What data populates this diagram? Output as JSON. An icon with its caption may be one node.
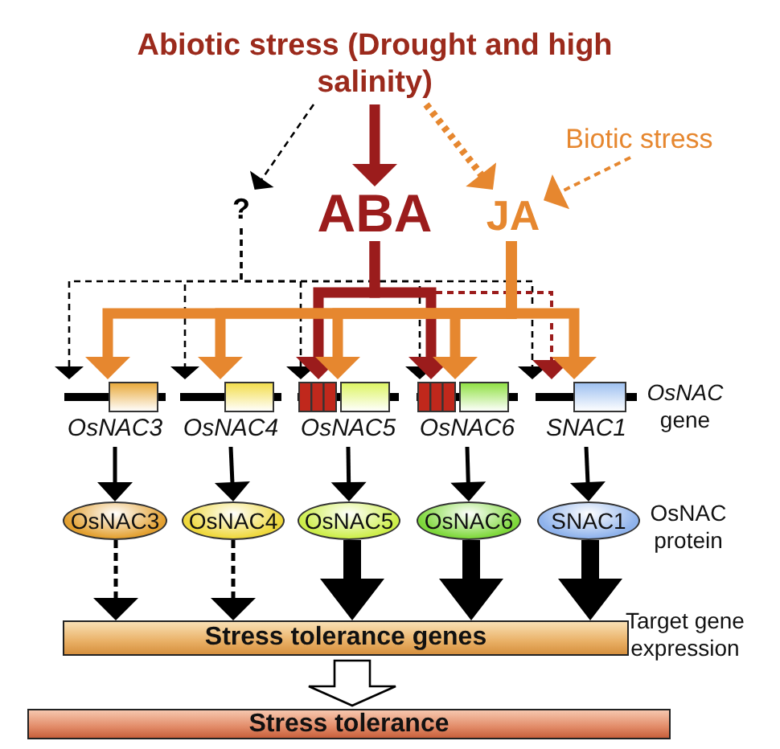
{
  "diagram": {
    "nodes": [
      {
        "text": [
          "Abiotic stress (Drought and high salinity)"
        ]
      },
      {
        "text": [
          "Biotic stress"
        ]
      },
      {
        "text": [
          "?"
        ]
      },
      {
        "text": [
          "ABA"
        ]
      },
      {
        "text": [
          "JA"
        ]
      },
      {
        "text": [
          "OsNAC3"
        ]
      },
      {
        "text": [
          "OsNAC4"
        ]
      },
      {
        "text": [
          "OsNAC5"
        ]
      },
      {
        "text": [
          "OsNAC6"
        ]
      },
      {
        "text": [
          "SNAC1"
        ]
      },
      {
        "text": [
          "OsNAC3"
        ]
      },
      {
        "text": [
          "OsNAC4"
        ]
      },
      {
        "text": [
          "OsNAC5"
        ]
      },
      {
        "text": [
          "OsNAC6"
        ]
      },
      {
        "text": [
          "SNAC1"
        ]
      },
      {
        "text": [
          "Stress tolerance genes"
        ]
      },
      {
        "text": [
          "Stress tolerance"
        ]
      }
    ],
    "edges": [
      {
        "from": 0,
        "to": 3,
        "arrow": "to",
        "style": "thick",
        "color": "#9b1c1c"
      },
      {
        "from": 0,
        "to": 4,
        "arrow": "to",
        "style": "dashed",
        "color": "#e6872f"
      },
      {
        "from": 1,
        "to": 4,
        "arrow": "to",
        "style": "dashed",
        "color": "#e6872f"
      },
      {
        "from": 0,
        "to": 2,
        "arrow": "to",
        "style": "dashed"
      },
      {
        "from": 2,
        "to": 5,
        "arrow": "to",
        "style": "dashed"
      },
      {
        "from": 2,
        "to": 6,
        "arrow": "to",
        "style": "dashed"
      },
      {
        "from": 2,
        "to": 7,
        "arrow": "to",
        "style": "dashed"
      },
      {
        "from": 2,
        "to": 8,
        "arrow": "to",
        "style": "dashed"
      },
      {
        "from": 2,
        "to": 9,
        "arrow": "to",
        "style": "dashed"
      },
      {
        "from": 3,
        "to": 7,
        "arrow": "to",
        "style": "thick",
        "color": "#9b1c1c"
      },
      {
        "from": 3,
        "to": 8,
        "arrow": "to",
        "style": "thick",
        "color": "#9b1c1c"
      },
      {
        "from": 3,
        "to": 9,
        "arrow": "to",
        "style": "dashed",
        "color": "#9b1c1c"
      },
      {
        "from": 4,
        "to": 5,
        "arrow": "to",
        "style": "thick",
        "color": "#e6872f"
      },
      {
        "from": 4,
        "to": 6,
        "arrow": "to",
        "style": "thick",
        "color": "#e6872f"
      },
      {
        "from": 4,
        "to": 7,
        "arrow": "to",
        "style": "thick",
        "color": "#e6872f"
      },
      {
        "from": 4,
        "to": 8,
        "arrow": "to",
        "style": "thick",
        "color": "#e6872f"
      },
      {
        "from": 4,
        "to": 9,
        "arrow": "to",
        "style": "thick",
        "color": "#e6872f"
      },
      {
        "from": 5,
        "to": 10,
        "arrow": "to"
      },
      {
        "from": 6,
        "to": 11,
        "arrow": "to"
      },
      {
        "from": 7,
        "to": 12,
        "arrow": "to"
      },
      {
        "from": 8,
        "to": 13,
        "arrow": "to"
      },
      {
        "from": 9,
        "to": 14,
        "arrow": "to"
      },
      {
        "from": 10,
        "to": 15,
        "arrow": "to",
        "style": "dashed"
      },
      {
        "from": 11,
        "to": 15,
        "arrow": "to",
        "style": "dashed"
      },
      {
        "from": 12,
        "to": 15,
        "arrow": "to",
        "style": "thick"
      },
      {
        "from": 13,
        "to": 15,
        "arrow": "to",
        "style": "thick"
      },
      {
        "from": 14,
        "to": 15,
        "arrow": "to",
        "style": "thick"
      },
      {
        "from": 15,
        "to": 16,
        "arrow": "to",
        "style": "thick",
        "color": "#ffffff"
      }
    ],
    "labels": [
      "*OsNAC* gene",
      "OsNAC protein",
      "Target gene expression"
    ]
  }
}
